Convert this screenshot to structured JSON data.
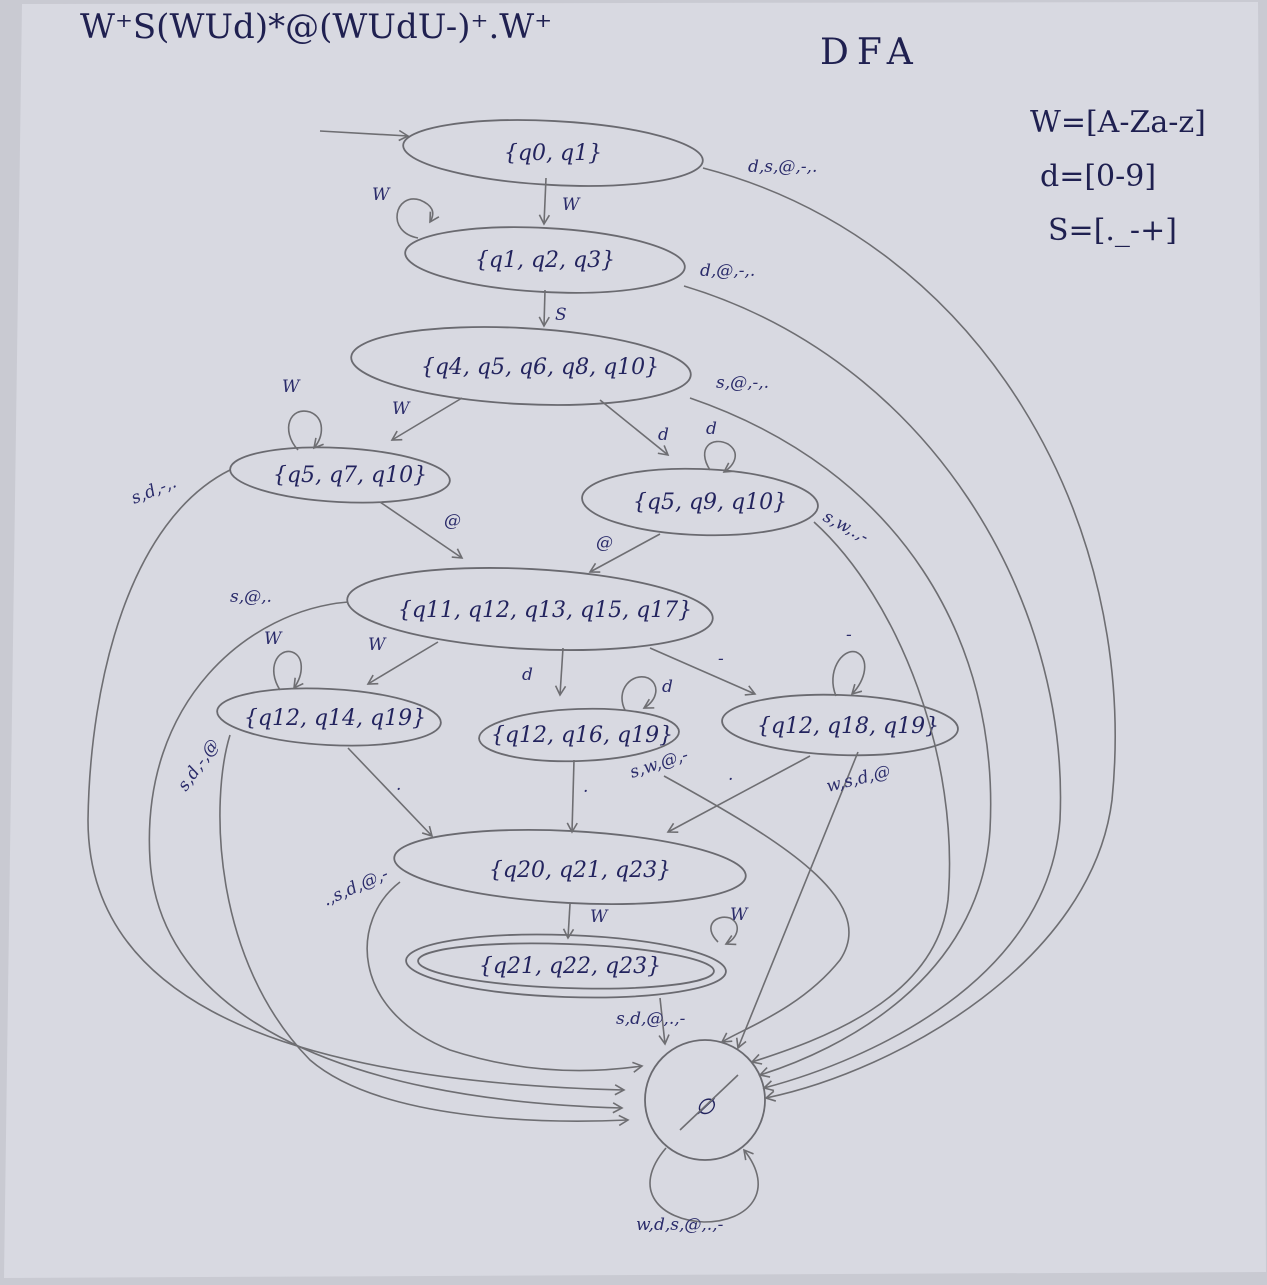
{
  "header": {
    "regex": "W⁺S(WUd)*@(WUdU-)⁺.W⁺",
    "title": "DFA"
  },
  "legend": {
    "w_def": "W=[A-Za-z]",
    "d_def": "d=[0-9]",
    "s_def": "S=[._-+]"
  },
  "states": {
    "s0": "{q0, q1}",
    "s1": "{q1, q2, q3}",
    "s2": "{q4, q5, q6, q8, q10}",
    "s3": "{q5, q7, q10}",
    "s4": "{q5, q9, q10}",
    "s5": "{q11, q12, q13, q15, q17}",
    "s6": "{q12, q14, q19}",
    "s7": "{q12, q16, q19}",
    "s8": "{q12, q18, q19}",
    "s9": "{q20, q21, q23}",
    "s10": "{q21, q22, q23}",
    "dead": "∅"
  },
  "edges": {
    "e_s0_s1": "W",
    "e_s1_loop": "W",
    "e_s1_s2": "S",
    "e_s2_s3": "W",
    "e_s2_s4": "d",
    "e_s3_loop": "W",
    "e_s4_loop": "d",
    "e_s3_s5": "@",
    "e_s4_s5": "@",
    "e_s5_s6": "W",
    "e_s5_s7": "d",
    "e_s5_s8": "-",
    "e_s6_loop": "W",
    "e_s7_loop": "d",
    "e_s8_loop": "-",
    "e_s6_s9": ".",
    "e_s7_s9": ".",
    "e_s8_s9": ".",
    "e_s9_s10": "W",
    "e_s10_loop": "W",
    "dead_s0": "d,s,@,-,.",
    "dead_s1": "d,@,-,.",
    "dead_s2": "s,@,-,.",
    "dead_s3": "s,d,-,.",
    "dead_s4": "s,w,.,-",
    "dead_s5": "s,@,.",
    "dead_s6": "s,d,-,@",
    "dead_s7": "s,w,@,-",
    "dead_s8": "w,s,d,@",
    "dead_s9": ".,s,d,@,-",
    "dead_s10": "s,d,@,.,-",
    "dead_loop": "w,d,s,@,.,-"
  }
}
